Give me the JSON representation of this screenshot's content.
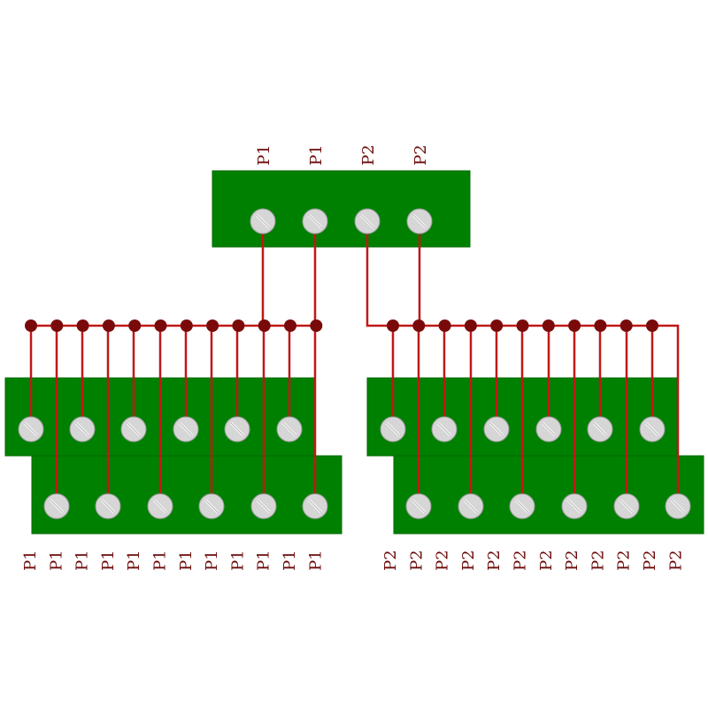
{
  "colors": {
    "board": "#008000",
    "board_edge": "#006a00",
    "wire": "#c01818",
    "dot": "#7a0a0a",
    "label": "#6b0a0a",
    "screw_face": "#d6d6d6",
    "screw_slot": "#ffffff"
  },
  "top_block": {
    "labels": [
      "P1",
      "P1",
      "P2",
      "P2"
    ]
  },
  "left_group": {
    "upper_row_labels": [
      "P1",
      "P1",
      "P1",
      "P1",
      "P1",
      "P1"
    ],
    "lower_row_labels": [
      "P1",
      "P1",
      "P1",
      "P1",
      "P1",
      "P1"
    ],
    "bottom_labels": [
      "P1",
      "P1",
      "P1",
      "P1",
      "P1",
      "P1",
      "P1",
      "P1",
      "P1",
      "P1",
      "P1",
      "P1"
    ]
  },
  "right_group": {
    "bottom_labels": [
      "P2",
      "P2",
      "P2",
      "P2",
      "P2",
      "P2",
      "P2",
      "P2",
      "P2",
      "P2",
      "P2",
      "P2"
    ]
  },
  "icons": {
    "screw": "slotted-screw-icon",
    "junction": "junction-dot-icon"
  }
}
